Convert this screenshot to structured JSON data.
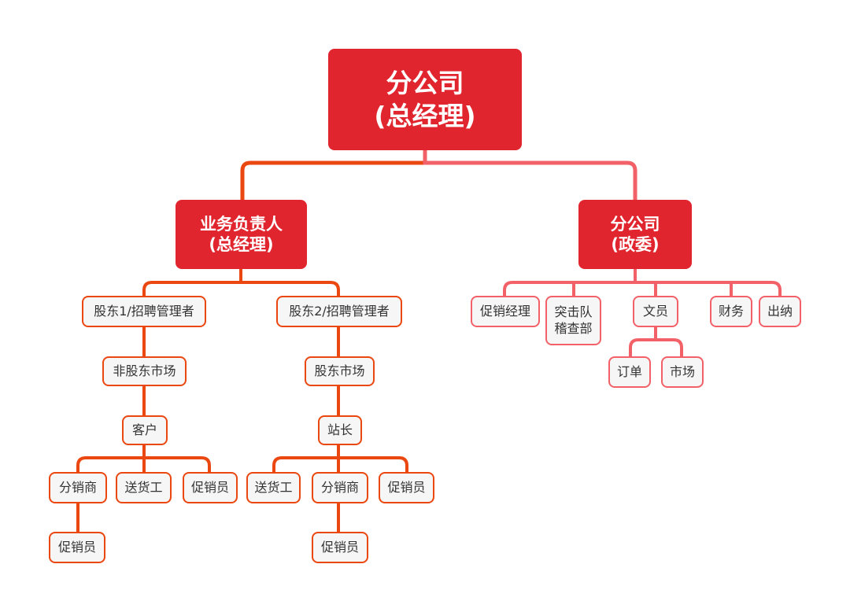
{
  "colors": {
    "main_fill": "#e1252e",
    "main_text": "#ffffff",
    "sub_fill": "#f6f6f6",
    "sub_text": "#333333",
    "orange_branch": "#eb4710",
    "pink_branch": "#f26168"
  },
  "nodes": {
    "root": {
      "lines": [
        "分公司",
        "(总经理)"
      ]
    },
    "business_head": {
      "lines": [
        "业务负责人",
        "(总经理)"
      ]
    },
    "branch_political": {
      "lines": [
        "分公司",
        "(政委)"
      ]
    },
    "shareholder1": {
      "lines": [
        "股东1/招聘管理者"
      ]
    },
    "shareholder2": {
      "lines": [
        "股东2/招聘管理者"
      ]
    },
    "non_shareholder_market": {
      "lines": [
        "非股东市场"
      ]
    },
    "shareholder_market": {
      "lines": [
        "股东市场"
      ]
    },
    "customer": {
      "lines": [
        "客户"
      ]
    },
    "station_master": {
      "lines": [
        "站长"
      ]
    },
    "distributor_left": {
      "lines": [
        "分销商"
      ]
    },
    "delivery_left": {
      "lines": [
        "送货工"
      ]
    },
    "promoter_left": {
      "lines": [
        "促销员"
      ]
    },
    "promoter_under_distributor_left": {
      "lines": [
        "促销员"
      ]
    },
    "delivery_right": {
      "lines": [
        "送货工"
      ]
    },
    "distributor_right": {
      "lines": [
        "分销商"
      ]
    },
    "promoter_right": {
      "lines": [
        "促销员"
      ]
    },
    "promoter_under_distributor_right": {
      "lines": [
        "促销员"
      ]
    },
    "promotion_manager": {
      "lines": [
        "促销经理"
      ]
    },
    "inspection_team": {
      "lines": [
        "突击队",
        "稽查部"
      ]
    },
    "clerk": {
      "lines": [
        "文员"
      ]
    },
    "finance": {
      "lines": [
        "财务"
      ]
    },
    "cashier": {
      "lines": [
        "出纳"
      ]
    },
    "order": {
      "lines": [
        "订单"
      ]
    },
    "market": {
      "lines": [
        "市场"
      ]
    }
  }
}
